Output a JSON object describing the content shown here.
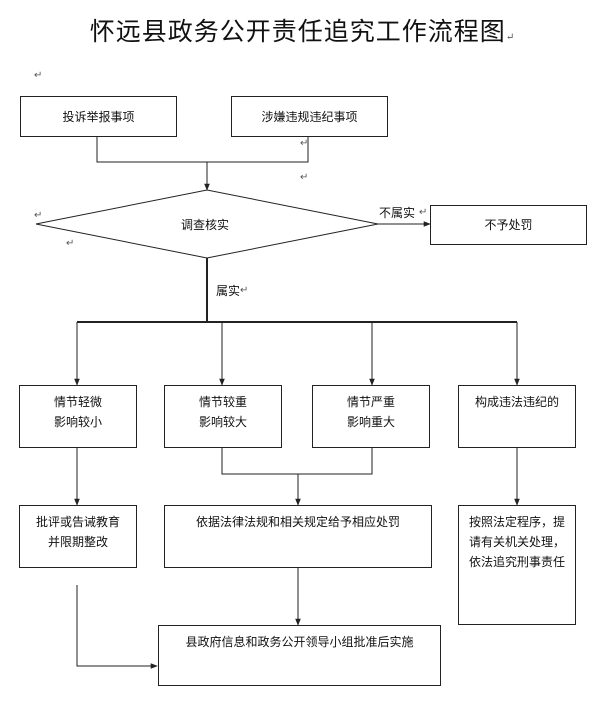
{
  "title": "怀远县政务公开责任追究工作流程图",
  "nodes": {
    "report_source": "投诉举报事项",
    "violation_source": "涉嫌违规违纪事项",
    "investigate": "调查核实",
    "no_penalty": "不予处罚",
    "minor": {
      "line1": "情节轻微",
      "line2": "影响较小"
    },
    "serious": {
      "line1": "情节较重",
      "line2": "影响较大"
    },
    "severe": {
      "line1": "情节严重",
      "line2": "影响重大"
    },
    "crime": "构成违法违纪的",
    "criticize": {
      "line1": "批评或告诫教育",
      "line2": "并限期整改"
    },
    "punish": "依据法律法规和相关规定给予相应处罚",
    "transfer": {
      "line1": "按照法定程序，提",
      "line2": "请有关机关处理，",
      "line3": "依法追究刑事责任"
    },
    "implement": "县政府信息和政务公开领导小组批准后实施"
  },
  "edge_labels": {
    "not_true": "不属实",
    "true": "属实"
  },
  "paragraph_mark": "↵"
}
